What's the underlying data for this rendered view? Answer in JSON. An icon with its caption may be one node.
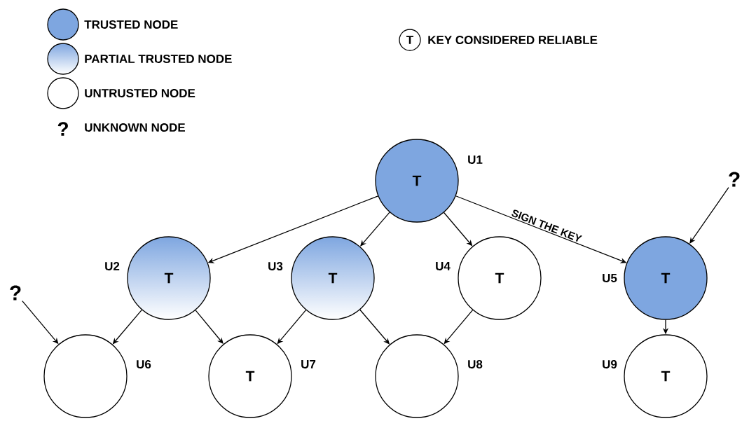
{
  "diagram": {
    "nodes": [
      {
        "text": [
          "T"
        ],
        "beside": [
          "U1"
        ]
      },
      {
        "text": [
          "T"
        ],
        "beside": [
          "U2"
        ]
      },
      {
        "text": [
          "T"
        ],
        "beside": [
          "U3"
        ]
      },
      {
        "text": [
          "T"
        ],
        "beside": [
          "U4"
        ]
      },
      {
        "text": [
          "T"
        ],
        "beside": [
          "U5"
        ]
      },
      {
        "text": [],
        "shape": "circle",
        "beside": [
          "U6"
        ]
      },
      {
        "text": [
          "T"
        ],
        "beside": [
          "U7"
        ]
      },
      {
        "text": [],
        "shape": "circle",
        "beside": [
          "U8"
        ]
      },
      {
        "text": [
          "T"
        ],
        "beside": [
          "U9"
        ]
      },
      {
        "text": [
          "?"
        ]
      },
      {
        "text": [
          "?"
        ]
      }
    ],
    "edges": [
      {
        "from": 0,
        "to": 1,
        "arrow": "to"
      },
      {
        "from": 0,
        "to": 2,
        "arrow": "to"
      },
      {
        "from": 0,
        "to": 3,
        "arrow": "to"
      },
      {
        "from": 0,
        "to": 4,
        "arrow": "to",
        "label": "SIGN THE KEY"
      },
      {
        "from": 1,
        "to": 5,
        "arrow": "to"
      },
      {
        "from": 1,
        "to": 6,
        "arrow": "to"
      },
      {
        "from": 2,
        "to": 6,
        "arrow": "to"
      },
      {
        "from": 2,
        "to": 7,
        "arrow": "to"
      },
      {
        "from": 3,
        "to": 7,
        "arrow": "to"
      },
      {
        "from": 4,
        "to": 8,
        "arrow": "to"
      },
      {
        "from": 9,
        "to": 5,
        "arrow": "to"
      },
      {
        "from": 10,
        "to": 4,
        "arrow": "to"
      }
    ],
    "labels": [
      "?",
      "T"
    ],
    "legend": [
      {
        "text": "TRUSTED NODE",
        "color": "#7ea6e0"
      },
      {
        "text": "PARTIAL TRUSTED NODE"
      },
      {
        "text": "UNTRUSTED NODE"
      },
      {
        "text": "UNKNOWN NODE"
      },
      {
        "text": "KEY CONSIDERED RELIABLE"
      }
    ]
  }
}
